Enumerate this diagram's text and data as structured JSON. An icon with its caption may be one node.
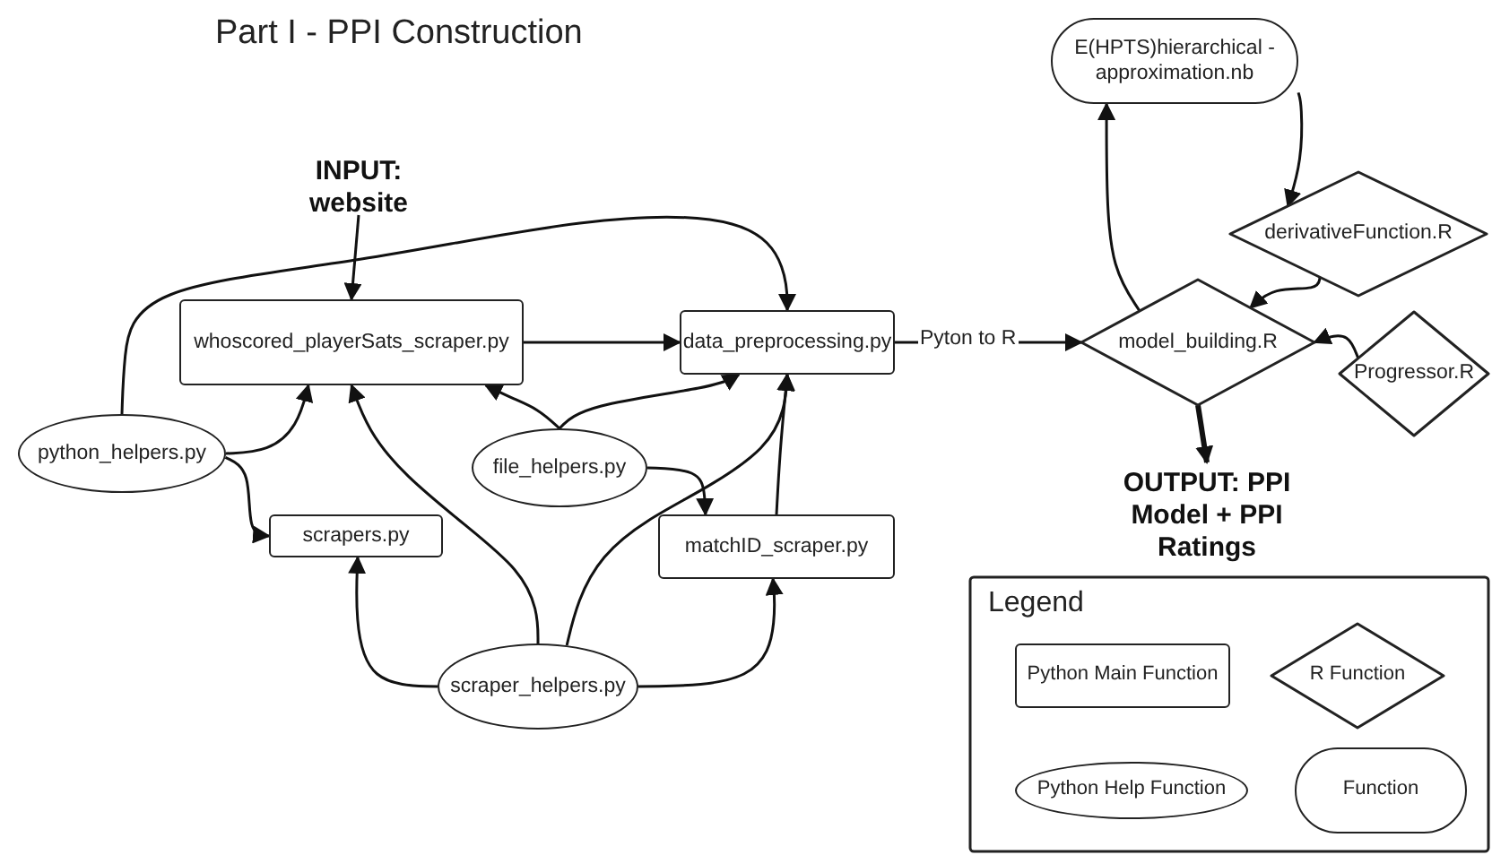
{
  "diagram": {
    "title": "Part I - PPI Construction",
    "nodes": [
      {
        "text": [
          "INPUT: website"
        ]
      },
      {
        "text": [
          "whoscored_playerSats_scraper.py"
        ]
      },
      {
        "text": [
          "data_preprocessing.py"
        ]
      },
      {
        "text": [
          "python_helpers.py"
        ]
      },
      {
        "text": [
          "scrapers.py"
        ]
      },
      {
        "text": [
          "file_helpers.py"
        ]
      },
      {
        "text": [
          "matchID_scraper.py"
        ]
      },
      {
        "text": [
          "scraper_helpers.py"
        ]
      },
      {
        "text": [
          "E(HPTS)hierarchical - approximation.nb"
        ]
      },
      {
        "text": [
          "derivativeFunction.R"
        ]
      },
      {
        "text": [
          "model_building.R"
        ]
      },
      {
        "text": [
          "Progressor.R"
        ]
      },
      {
        "text": [
          "OUTPUT: PPI Model + PPI Ratings"
        ]
      }
    ],
    "edges": [
      {
        "from": 0,
        "to": 1,
        "arrow": "to"
      },
      {
        "from": 1,
        "to": 2,
        "arrow": "to"
      },
      {
        "from": 3,
        "to": 2,
        "arrow": "to"
      },
      {
        "from": 3,
        "to": 1,
        "arrow": "to"
      },
      {
        "from": 3,
        "to": 4,
        "arrow": "to"
      },
      {
        "from": 5,
        "to": 1,
        "arrow": "to"
      },
      {
        "from": 5,
        "to": 2,
        "arrow": "to"
      },
      {
        "from": 5,
        "to": 6,
        "arrow": "to"
      },
      {
        "from": 7,
        "to": 4,
        "arrow": "to"
      },
      {
        "from": 7,
        "to": 1,
        "arrow": "to"
      },
      {
        "from": 7,
        "to": 2,
        "arrow": "to"
      },
      {
        "from": 7,
        "to": 6,
        "arrow": "to"
      },
      {
        "from": 6,
        "to": 2,
        "arrow": "to"
      },
      {
        "from": 2,
        "to": 10,
        "label": "Pyton to R",
        "arrow": "to"
      },
      {
        "from": 10,
        "to": 8,
        "arrow": "to"
      },
      {
        "from": 8,
        "to": 9,
        "arrow": "to"
      },
      {
        "from": 9,
        "to": 10,
        "arrow": "to"
      },
      {
        "from": 11,
        "to": 10,
        "arrow": "to"
      },
      {
        "from": 10,
        "to": 12,
        "arrow": "to",
        "style": "thick"
      }
    ],
    "labels": [
      "Legend"
    ],
    "legend": [
      {
        "text": "Python Main Function"
      },
      {
        "text": "R Function"
      },
      {
        "text": "Python Help Function"
      },
      {
        "text": "Function"
      }
    ]
  }
}
